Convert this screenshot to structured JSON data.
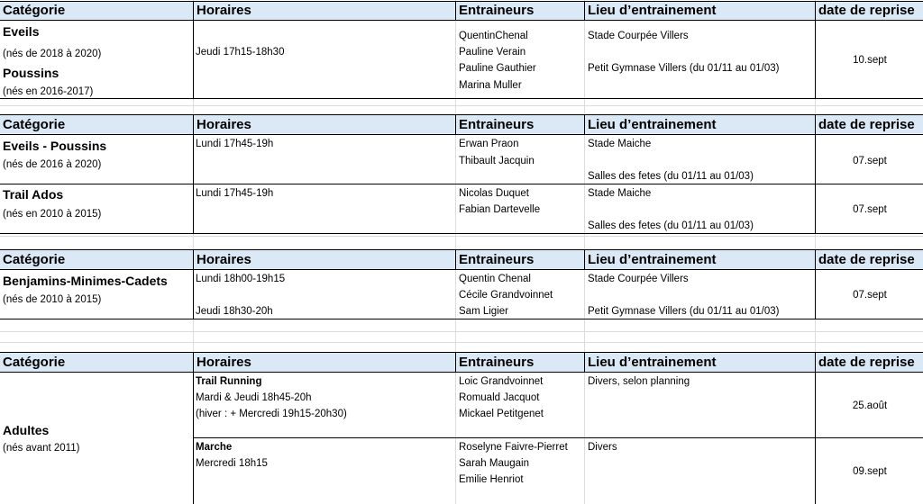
{
  "headers": {
    "categorie": "Catégorie",
    "horaires": "Horaires",
    "entraineurs": "Entraineurs",
    "lieu": "Lieu d’entrainement",
    "reprise": "date de reprise"
  },
  "s1": {
    "cat1": "Eveils",
    "cat1_sub": "(nés de 2018 à 2020)",
    "cat2": "Poussins",
    "cat2_sub": "(nés en 2016-2017)",
    "horaire": "Jeudi 17h15-18h30",
    "coaches": [
      "QuentinChenal",
      "Pauline Verain",
      "Pauline Gauthier",
      "Marina Muller"
    ],
    "lieu1": "Stade Courpée Villers",
    "lieu2": "Petit Gymnase Villers (du 01/11 au 01/03)",
    "reprise": "10.sept"
  },
  "s2": {
    "r1_cat": "Eveils - Poussins",
    "r1_sub": "(nés de 2016 à 2020)",
    "r1_horaire": "Lundi 17h45-19h",
    "r1_coaches": [
      "Erwan Praon",
      "Thibault Jacquin"
    ],
    "r1_lieu1": "Stade Maiche",
    "r1_lieu2": "Salles des fetes (du 01/11 au 01/03)",
    "r1_reprise": "07.sept",
    "r2_cat": "Trail Ados",
    "r2_sub": "(nés en 2010 à 2015)",
    "r2_horaire": "Lundi 17h45-19h",
    "r2_coaches": [
      "Nicolas Duquet",
      "Fabian Dartevelle"
    ],
    "r2_lieu1": "Stade Maiche",
    "r2_lieu2": "Salles des fetes (du 01/11 au 01/03)",
    "r2_reprise": "07.sept"
  },
  "s3": {
    "cat": "Benjamins-Minimes-Cadets",
    "sub": "(nés de 2010 à 2015)",
    "horaire1": "Lundi 18h00-19h15",
    "horaire2": "Jeudi 18h30-20h",
    "coaches": [
      "Quentin Chenal",
      "Cécile Grandvoinnet",
      "Sam Ligier"
    ],
    "lieu1": "Stade Courpée Villers",
    "lieu2": "Petit Gymnase Villers (du 01/11 au 01/03)",
    "reprise": "07.sept"
  },
  "s4": {
    "cat": "Adultes",
    "sub": "(nés avant 2011)",
    "a_title": "Trail Running",
    "a_line1": "Mardi  & Jeudi 18h45-20h",
    "a_line2": "(hiver : + Mercredi 19h15-20h30)",
    "a_coaches": [
      "Loic Grandvoinnet",
      "Romuald Jacquot",
      "Mickael Petitgenet"
    ],
    "a_lieu": "Divers, selon planning",
    "a_reprise": "25.août",
    "b_title": "Marche",
    "b_line1": "Mercredi 18h15",
    "b_coaches": [
      "Roselyne Faivre-Pierret",
      "Sarah Maugain",
      "Emilie Henriot"
    ],
    "b_lieu": "Divers",
    "b_reprise": "09.sept"
  },
  "colors": {
    "header_bg": "#dbe8f6",
    "gridline": "#dcdcdc",
    "border": "#000000"
  }
}
